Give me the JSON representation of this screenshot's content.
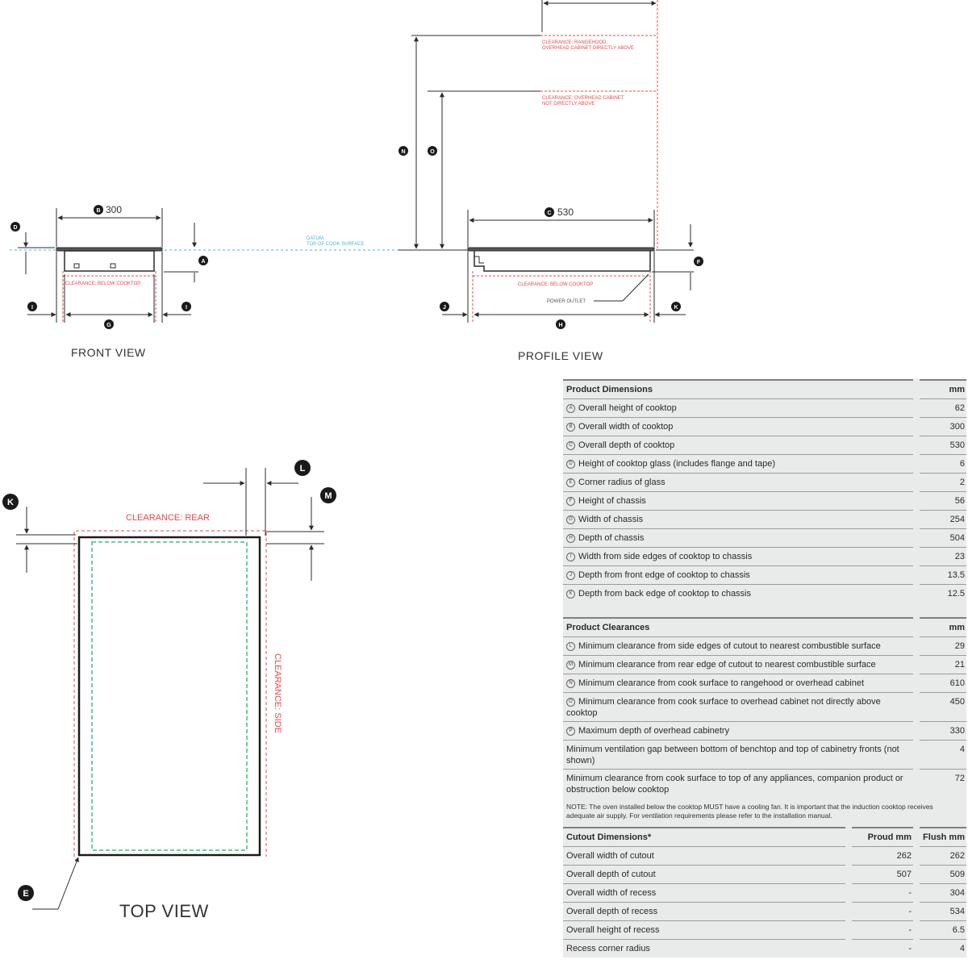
{
  "labels": {
    "front_view": "FRONT VIEW",
    "profile_view": "PROFILE VIEW",
    "top_view": "TOP VIEW",
    "datum_line1": "DATUM:",
    "datum_line2": "TOP OF COOK SURFACE",
    "clearance_below_front": "CLEARANCE: BELOW COOKTOP",
    "clearance_below_profile": "CLEARANCE: BELOW COOKTOP",
    "clearance_rangehood_1": "CLEARANCE: RANGEHOOD,",
    "clearance_rangehood_2": "OVERHEAD CABINET DIRECTLY ABOVE",
    "clearance_overhead_1": "CLEARANCE: OVERHEAD CABINET",
    "clearance_overhead_2": "NOT DIRECTLY ABOVE",
    "power_outlet": "POWER OUTLET",
    "clearance_rear": "CLEARANCE: REAR",
    "clearance_side": "CLEARANCE: SIDE",
    "dim_b": "300",
    "dim_c": "530"
  },
  "markers": {
    "A": "A",
    "B": "B",
    "C": "C",
    "D": "D",
    "E": "E",
    "F": "F",
    "G": "G",
    "H": "H",
    "I": "I",
    "J": "J",
    "K": "K",
    "L": "L",
    "M": "M",
    "N": "N",
    "O": "O"
  },
  "colors": {
    "line": "#2b2b2b",
    "clearance_red": "#e8474f",
    "datum_blue": "#4fb3d9",
    "top_green": "#3fbf7f",
    "table_bg": "#e9eaea"
  },
  "product_dimensions": {
    "header": "Product Dimensions",
    "unit": "mm",
    "rows": [
      {
        "key": "A",
        "label": "Overall height of cooktop",
        "value": "62"
      },
      {
        "key": "B",
        "label": "Overall width of cooktop",
        "value": "300"
      },
      {
        "key": "C",
        "label": "Overall depth of cooktop",
        "value": "530"
      },
      {
        "key": "D",
        "label": "Height of cooktop glass (includes flange and tape)",
        "value": "6"
      },
      {
        "key": "E",
        "label": "Corner radius of glass",
        "value": "2"
      },
      {
        "key": "F",
        "label": "Height of chassis",
        "value": "56"
      },
      {
        "key": "G",
        "label": "Width of chassis",
        "value": "254"
      },
      {
        "key": "H",
        "label": "Depth of chassis",
        "value": "504"
      },
      {
        "key": "I",
        "label": "Width from side edges of cooktop to chassis",
        "value": "23"
      },
      {
        "key": "J",
        "label": "Depth from front edge of cooktop to chassis",
        "value": "13.5"
      },
      {
        "key": "K",
        "label": "Depth from back edge of cooktop to chassis",
        "value": "12.5"
      }
    ]
  },
  "product_clearances": {
    "header": "Product Clearances",
    "unit": "mm",
    "rows": [
      {
        "key": "L",
        "label": "Minimum clearance from side edges of cutout to nearest combustible surface",
        "value": "29"
      },
      {
        "key": "M",
        "label": "Minimum clearance from rear edge of cutout to nearest combustible surface",
        "value": "21"
      },
      {
        "key": "N",
        "label": "Minimum clearance from cook surface to rangehood or overhead cabinet",
        "value": "610"
      },
      {
        "key": "O",
        "label": "Minimum clearance from cook surface to overhead cabinet not directly above cooktop",
        "value": "450"
      },
      {
        "key": "P",
        "label": "Maximum depth of overhead cabinetry",
        "value": "330"
      },
      {
        "key": "",
        "label": "Minimum ventilation gap between bottom of benchtop and top of cabinetry fronts (not shown)",
        "value": "4"
      },
      {
        "key": "",
        "label": "Minimum clearance from cook surface to top of any appliances, companion product or obstruction below cooktop",
        "value": "72"
      }
    ],
    "note": "NOTE: The oven installed below the cooktop MUST have a cooling fan. It is important that the induction cooktop receives adequate air supply. For ventilation requirements please refer to the installation manual."
  },
  "cutout_dimensions": {
    "header": "Cutout Dimensions*",
    "col_proud": "Proud mm",
    "col_flush": "Flush mm",
    "rows": [
      {
        "label": "Overall width of cutout",
        "proud": "262",
        "flush": "262"
      },
      {
        "label": "Overall depth of cutout",
        "proud": "507",
        "flush": "509"
      },
      {
        "label": "Overall width of recess",
        "proud": "-",
        "flush": "304"
      },
      {
        "label": "Overall depth of recess",
        "proud": "-",
        "flush": "534"
      },
      {
        "label": "Overall height of recess",
        "proud": "-",
        "flush": "6.5"
      },
      {
        "label": "Recess corner radius",
        "proud": "-",
        "flush": "4"
      }
    ]
  }
}
